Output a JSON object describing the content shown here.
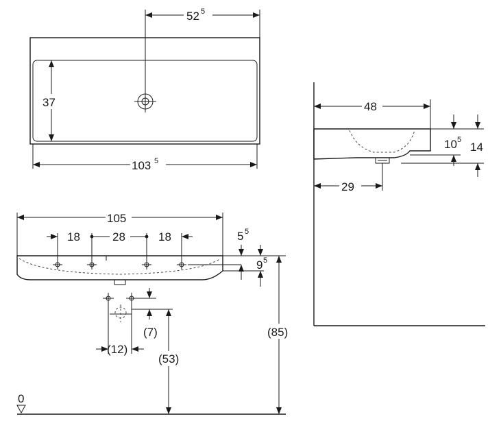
{
  "top_view": {
    "dim_width": {
      "main": "103",
      "sup": "5"
    },
    "dim_depth": "37",
    "dim_tap_offset": {
      "main": "52",
      "sup": "5"
    }
  },
  "side_view": {
    "dim_depth": "48",
    "dim_waste_offset": "29",
    "dim_rim": {
      "main": "10",
      "sup": "5"
    },
    "dim_height": "14"
  },
  "front_view": {
    "dim_overall_width": "105",
    "dim_holes": [
      "18",
      "28",
      "18"
    ],
    "dim_rim_top": {
      "main": "5",
      "sup": "5"
    },
    "dim_bowl": {
      "main": "9",
      "sup": "5"
    },
    "dim_7": "(7)",
    "dim_12": "(12)",
    "dim_53": "(53)",
    "dim_85": "(85)",
    "floor_label": "0"
  }
}
